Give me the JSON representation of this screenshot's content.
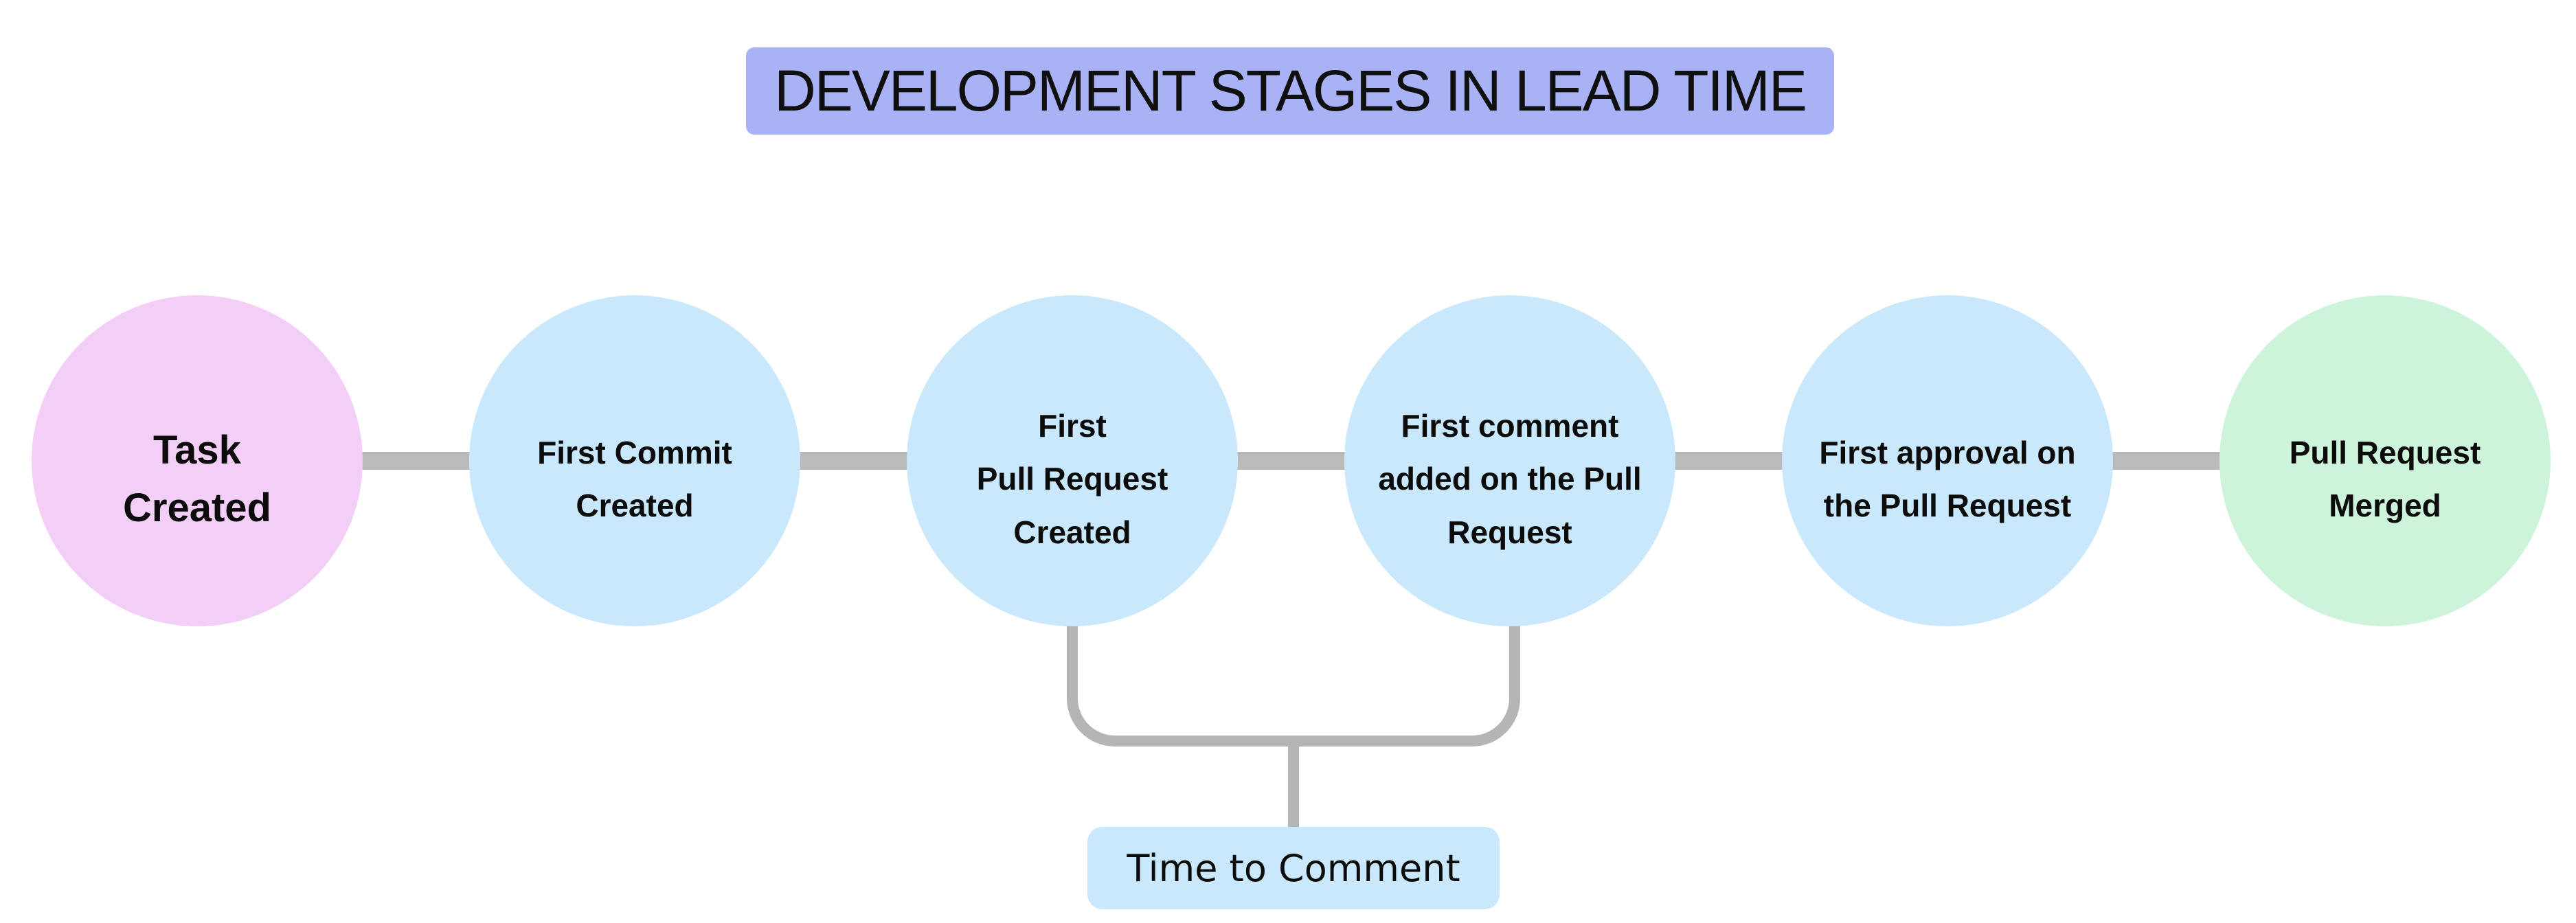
{
  "page": {
    "background_color": "#ffffff"
  },
  "title": {
    "text": "DEVELOPMENT STAGES IN LEAD TIME",
    "bg_color": "#a9b2f4",
    "text_color": "#101010"
  },
  "stages": [
    {
      "label": "Task\nCreated",
      "color": "#f3cef6"
    },
    {
      "label": "First Commit\nCreated",
      "color": "#c9e8fb"
    },
    {
      "label": "First\nPull Request\nCreated",
      "color": "#c9e8fb"
    },
    {
      "label": "First comment\nadded on the Pull\nRequest",
      "color": "#c9e8fb"
    },
    {
      "label": "First approval on\nthe Pull Request",
      "color": "#c9e8fb"
    },
    {
      "label": "Pull Request\nMerged",
      "color": "#cdf3db"
    }
  ],
  "connector": {
    "color": "#bababa"
  },
  "bracket": {
    "color": "#b5b5b5",
    "label": "Time to Comment",
    "label_bg_color": "#c9e8fb"
  }
}
